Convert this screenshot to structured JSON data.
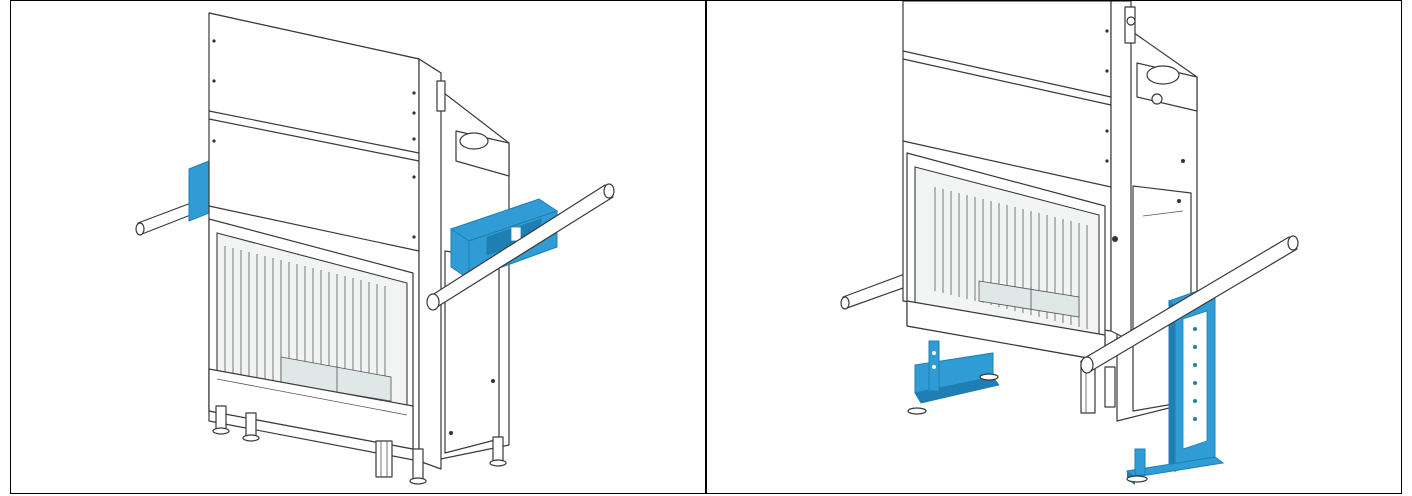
{
  "figure": {
    "panels": [
      {
        "id": "left",
        "highlighted_part": "upper-carrying-bracket"
      },
      {
        "id": "right",
        "highlighted_part": "lower-support-legs"
      }
    ],
    "colors": {
      "highlight": "#2f9cd6",
      "highlight_dark": "#1f7fb5",
      "outline": "#3a3a3a",
      "glass": "#f2f4f4",
      "ash_tray": "#dfe7e7"
    },
    "icons": [
      "fireplace-insert",
      "carrying-bar",
      "support-bracket"
    ]
  }
}
